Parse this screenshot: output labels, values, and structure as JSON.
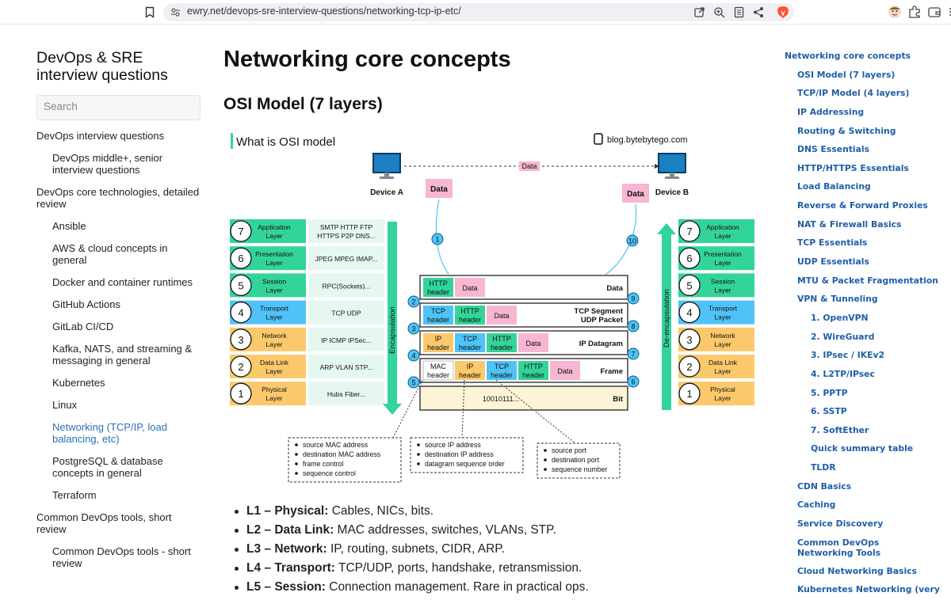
{
  "browser": {
    "url": "ewry.net/devops-sre-interview-questions/networking-tcp-ip-etc/",
    "icons": [
      "bookmark-icon",
      "site-settings-icon",
      "open-external-icon",
      "zoom-icon",
      "reader-mode-icon",
      "share-icon",
      "brave-shield-icon",
      "profile-icon",
      "puzzle-extensions-icon",
      "wallet-icon",
      "menu-icon"
    ]
  },
  "sidebar": {
    "site_title_line1": "DevOps & SRE",
    "site_title_line2": "interview questions",
    "search_placeholder": "Search",
    "groups": [
      {
        "label": "DevOps interview questions",
        "items": [
          "DevOps middle+, senior interview questions"
        ]
      },
      {
        "label": "DevOps core technologies, detailed review",
        "items": [
          "Ansible",
          "AWS & cloud concepts in general",
          "Docker and container runtimes",
          "GitHub Actions",
          "GitLab CI/CD",
          "Kafka, NATS, and streaming & messaging in general",
          "Kubernetes",
          "Linux",
          "Networking (TCP/IP, load balancing, etc)",
          "PostgreSQL & database concepts in general",
          "Terraform"
        ]
      },
      {
        "label": "Common DevOps tools, short review",
        "items": [
          "Common DevOps tools - short review"
        ]
      }
    ],
    "active_item": "Networking (TCP/IP, load balancing, etc)"
  },
  "main": {
    "h1": "Networking core concepts",
    "h2": "OSI Model (7 layers)",
    "bullets": [
      {
        "term": "L1 – Physical:",
        "text": " Cables, NICs, bits."
      },
      {
        "term": "L2 – Data Link:",
        "text": " MAC addresses, switches, VLANs, STP."
      },
      {
        "term": "L3 – Network:",
        "text": " IP, routing, subnets, CIDR, ARP."
      },
      {
        "term": "L4 – Transport:",
        "text": " TCP/UDP, ports, handshake, retransmission."
      },
      {
        "term": "L5 – Session:",
        "text": " Connection management. Rare in practical ops."
      }
    ]
  },
  "diagram": {
    "title": "What is OSI model",
    "brand": "blog.bytebytego.com",
    "device_a": "Device A",
    "device_b": "Device B",
    "data_label": "Data",
    "encapsulation": "Encapsulation",
    "deencapsulation": "De-encapsulation",
    "layers": [
      {
        "num": "7",
        "name1": "Application",
        "name2": "Layer",
        "protocols": "SMTP HTTP FTP|HTTPS P2P DNS...",
        "color": "#33d49a"
      },
      {
        "num": "6",
        "name1": "Presentation",
        "name2": "Layer",
        "protocols": "JPEG MPEG IMAP...",
        "color": "#33d49a"
      },
      {
        "num": "5",
        "name1": "Session",
        "name2": "Layer",
        "protocols": "RPC(Sockets)...",
        "color": "#33d49a"
      },
      {
        "num": "4",
        "name1": "Transport",
        "name2": "Layer",
        "protocols": "TCP UDP",
        "color": "#4fc3f7"
      },
      {
        "num": "3",
        "name1": "Network",
        "name2": "Layer",
        "protocols": "IP ICMP IPSec...",
        "color": "#fbc96b"
      },
      {
        "num": "2",
        "name1": "Data Link",
        "name2": "Layer",
        "protocols": "ARP VLAN STP...",
        "color": "#fbc96b"
      },
      {
        "num": "1",
        "name1": "Physical",
        "name2": "Layer",
        "protocols": "Hubs Fiber...",
        "color": "#fbc96b"
      }
    ],
    "rows": [
      {
        "label": "Data",
        "cells": [
          {
            "t": "HTTP|header",
            "c": "#33d49a"
          },
          {
            "t": "Data",
            "c": "#f7b6d2"
          }
        ]
      },
      {
        "label": "TCP Segment|UDP Packet",
        "cells": [
          {
            "t": "TCP|header",
            "c": "#4fc3f7"
          },
          {
            "t": "HTTP|header",
            "c": "#33d49a"
          },
          {
            "t": "Data",
            "c": "#f7b6d2"
          }
        ]
      },
      {
        "label": "IP Datagram",
        "cells": [
          {
            "t": "IP|header",
            "c": "#fbc96b"
          },
          {
            "t": "TCP|header",
            "c": "#4fc3f7"
          },
          {
            "t": "HTTP|header",
            "c": "#33d49a"
          },
          {
            "t": "Data",
            "c": "#f7b6d2"
          }
        ]
      },
      {
        "label": "Frame",
        "cells": [
          {
            "t": "MAC|header",
            "c": "#ffffff"
          },
          {
            "t": "IP|header",
            "c": "#fbc96b"
          },
          {
            "t": "TCP|header",
            "c": "#4fc3f7"
          },
          {
            "t": "HTTP|header",
            "c": "#33d49a"
          },
          {
            "t": "Data",
            "c": "#f7b6d2"
          }
        ]
      },
      {
        "label": "Bit",
        "cells": [
          {
            "t": "10010111...",
            "c": "#fdf3d6"
          }
        ]
      }
    ],
    "left_steps": [
      "2",
      "3",
      "4",
      "5"
    ],
    "right_steps": [
      "9",
      "8",
      "7",
      "6"
    ],
    "step_top": "1",
    "step_top_right": "10",
    "notes": [
      [
        "source MAC address",
        "destination MAC address",
        "frame control",
        "sequence control"
      ],
      [
        "source IP address",
        "destination IP address",
        "datagram sequence order"
      ],
      [
        "source port",
        "destination port",
        "sequence number"
      ]
    ]
  },
  "toc": [
    {
      "label": "Networking core concepts",
      "level": 0
    },
    {
      "label": "OSI Model (7 layers)",
      "level": 1
    },
    {
      "label": "TCP/IP Model (4 layers)",
      "level": 1
    },
    {
      "label": "IP Addressing",
      "level": 1
    },
    {
      "label": "Routing & Switching",
      "level": 1
    },
    {
      "label": "DNS Essentials",
      "level": 1
    },
    {
      "label": "HTTP/HTTPS Essentials",
      "level": 1
    },
    {
      "label": "Load Balancing",
      "level": 1
    },
    {
      "label": "Reverse & Forward Proxies",
      "level": 1
    },
    {
      "label": "NAT & Firewall Basics",
      "level": 1
    },
    {
      "label": "TCP Essentials",
      "level": 1
    },
    {
      "label": "UDP Essentials",
      "level": 1
    },
    {
      "label": "MTU & Packet Fragmentation",
      "level": 1
    },
    {
      "label": "VPN & Tunneling",
      "level": 1
    },
    {
      "label": "1. OpenVPN",
      "level": 2
    },
    {
      "label": "2. WireGuard",
      "level": 2
    },
    {
      "label": "3. IPsec / IKEv2",
      "level": 2
    },
    {
      "label": "4. L2TP/IPsec",
      "level": 2
    },
    {
      "label": "5. PPTP",
      "level": 2
    },
    {
      "label": "6. SSTP",
      "level": 2
    },
    {
      "label": "7. SoftEther",
      "level": 2
    },
    {
      "label": "Quick summary table",
      "level": 2
    },
    {
      "label": "TLDR",
      "level": 2
    },
    {
      "label": "CDN Basics",
      "level": 1
    },
    {
      "label": "Caching",
      "level": 1
    },
    {
      "label": "Service Discovery",
      "level": 1
    },
    {
      "label": "Common DevOps Networking Tools",
      "level": 1
    },
    {
      "label": "Cloud Networking Basics",
      "level": 1
    },
    {
      "label": "Kubernetes Networking (very",
      "level": 1
    }
  ]
}
